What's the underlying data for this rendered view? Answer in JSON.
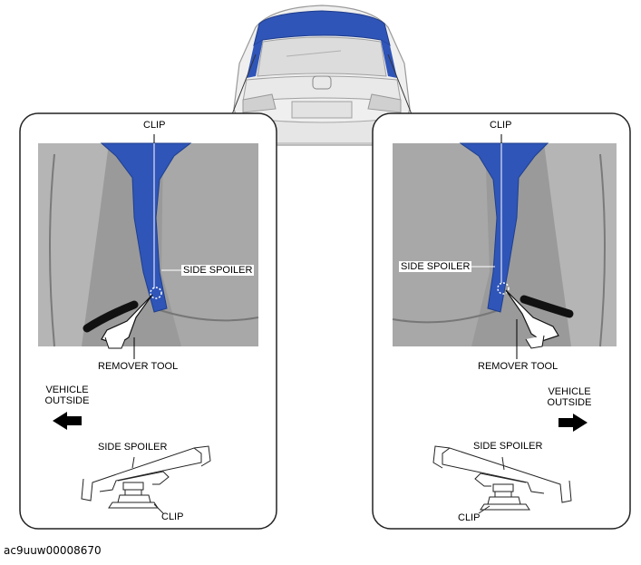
{
  "labels": {
    "clip": "CLIP",
    "side_spoiler": "SIDE SPOILER",
    "remover_tool": "REMOVER TOOL",
    "vehicle_line1": "VEHICLE",
    "vehicle_line2": "OUTSIDE"
  },
  "caption": "ac9uuw00008670",
  "colors": {
    "spoiler_blue": "#2f55b8",
    "panel_border": "#222222",
    "photo_gray": "#9a9a9a"
  }
}
